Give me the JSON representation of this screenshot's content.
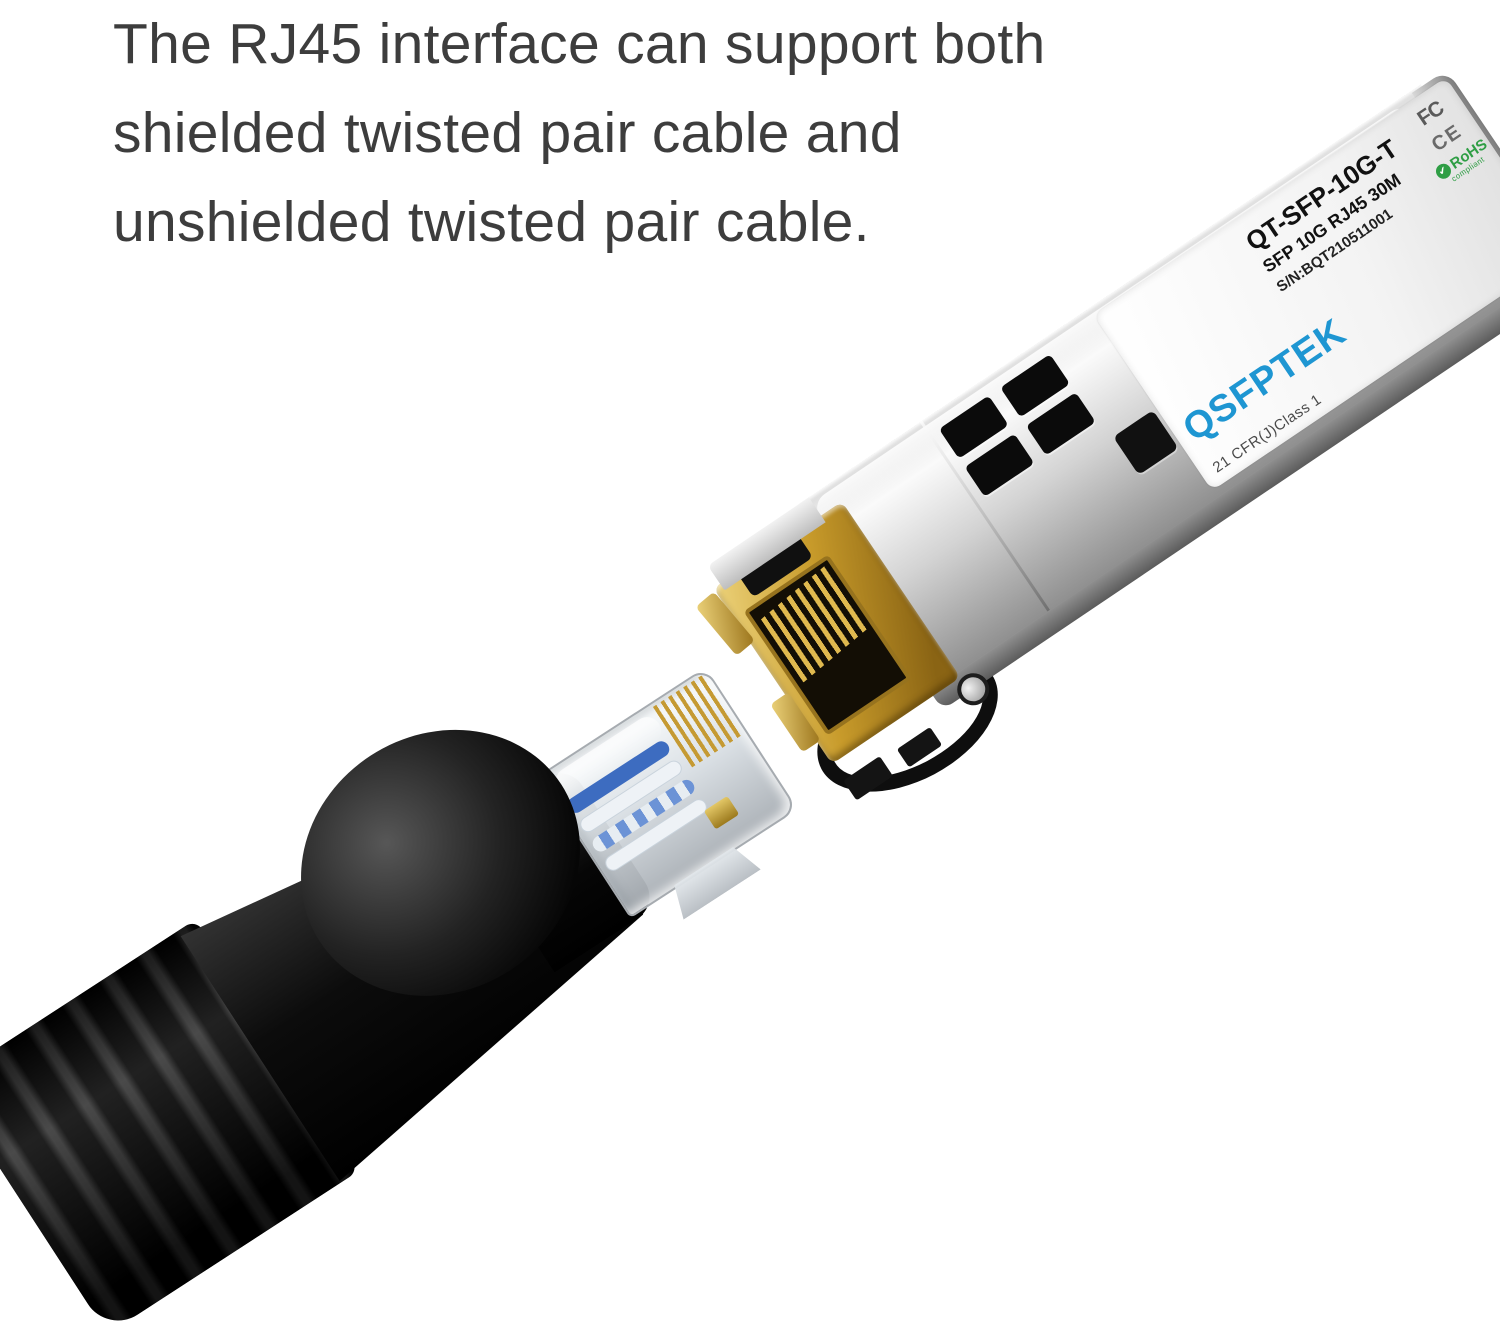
{
  "caption": {
    "lines": [
      "The RJ45 interface can support both",
      "shielded twisted pair cable and",
      "unshielded twisted pair cable."
    ]
  },
  "sfp_module": {
    "brand": "QSFPTEK",
    "model": "QT-SFP-10G-T",
    "spec": "SFP 10G RJ45 30M",
    "serial": "S/N:BQT210511001",
    "cfr_class": "21 CFR(J)Class 1",
    "marks": {
      "fcc": "FC",
      "ce": "CE",
      "rohs": "RoHS",
      "rohs_sub": "compliant",
      "rohs_check": "✔"
    }
  },
  "colors": {
    "brand_blue": "#1e96d2",
    "rohs_green": "#2f9e45",
    "port_gold": "#c79a2a",
    "caption_gray": "#3d3d3d"
  }
}
